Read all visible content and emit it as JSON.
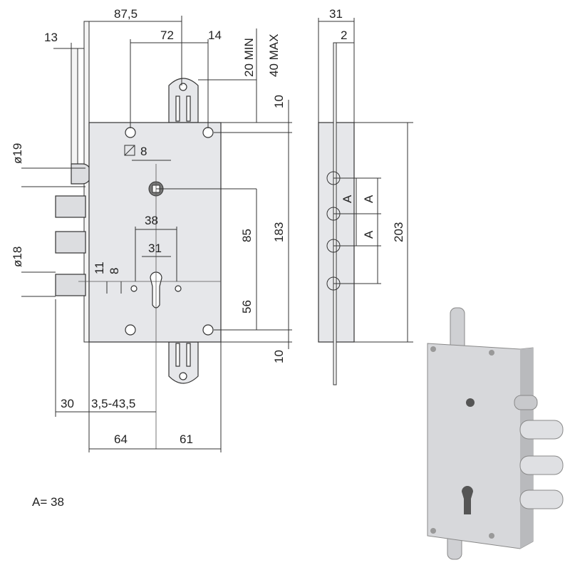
{
  "front_view": {
    "dim_total_width": "87,5",
    "dim_faceplate": "13",
    "dim_holes_spacing": "72",
    "dim_bracket": "14",
    "dim_min": "20 MIN",
    "dim_max": "40 MAX",
    "dim_top": "10",
    "dim_latch_dia": "ø19",
    "dim_spindle": "8",
    "dim_38": "38",
    "dim_31": "31",
    "dim_85": "85",
    "dim_183": "183",
    "dim_bolt_dia": "ø18",
    "dim_11": "11",
    "dim_8": "8",
    "dim_56": "56",
    "dim_bottom": "10",
    "dim_30": "30",
    "dim_backset_range": "3,5-43,5",
    "dim_64": "64",
    "dim_61": "61"
  },
  "side_view": {
    "dim_31": "31",
    "dim_2": "2",
    "dim_a": [
      "A",
      "A",
      "A"
    ],
    "dim_203": "203"
  },
  "note": "A= 38"
}
